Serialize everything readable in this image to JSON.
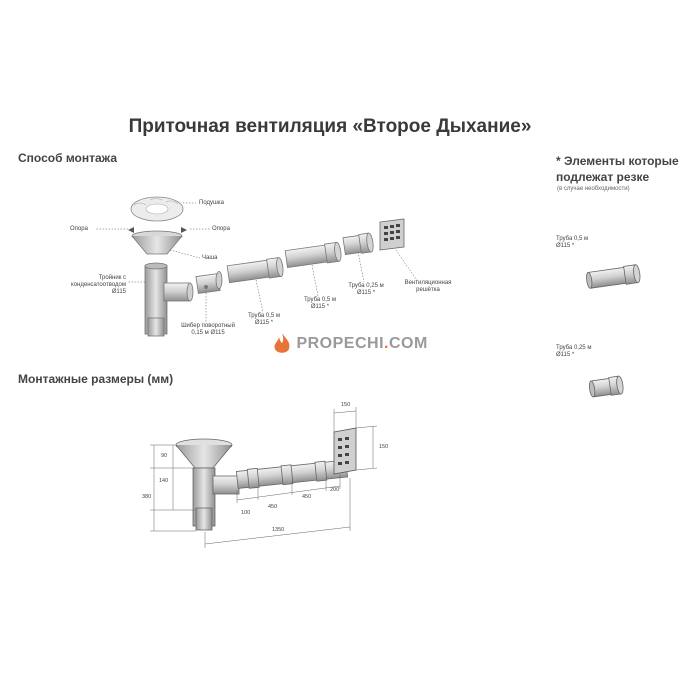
{
  "title": "Приточная вентиляция «Второе Дыхание»",
  "sections": {
    "mounting": "Способ монтажа",
    "dimensions": "Монтажные размеры (мм)"
  },
  "labels": {
    "pillow": "Подушка",
    "support_left": "Опора",
    "support_right": "Опора",
    "bowl": "Чаша",
    "tee": [
      "Тройник с",
      "конденсатоотводом",
      "Ø115"
    ],
    "damper": [
      "Шибер поворотный",
      "0,15 м Ø115"
    ],
    "pipe1": [
      "Труба 0,5 м",
      "Ø115 *"
    ],
    "pipe2": [
      "Труба 0,5 м",
      "Ø115 *"
    ],
    "pipe3": [
      "Труба 0,25 м",
      "Ø115 *"
    ],
    "grille": [
      "Вентиляционная",
      "решётка"
    ]
  },
  "watermark": {
    "pre": "PROPECHI",
    "dot": ".",
    "post": "COM"
  },
  "aside": {
    "heading": [
      "* Элементы которые",
      "подлежат резке"
    ],
    "note": "(в случае необходимости)",
    "item1": [
      "Труба 0,5 м",
      "Ø115 *"
    ],
    "item2": [
      "Труба 0,25 м",
      "Ø115 *"
    ]
  },
  "dims": {
    "d150_top": "150",
    "d150_right": "150",
    "d90": "90",
    "d140": "140",
    "d380": "380",
    "d100": "100",
    "d450a": "450",
    "d450b": "450",
    "d200": "200",
    "d1350": "1350"
  },
  "colors": {
    "pipe_light": "#e4e4e4",
    "pipe_mid": "#c4c4c4",
    "pipe_dark": "#8c8c8c",
    "accent": "#e8743a"
  }
}
